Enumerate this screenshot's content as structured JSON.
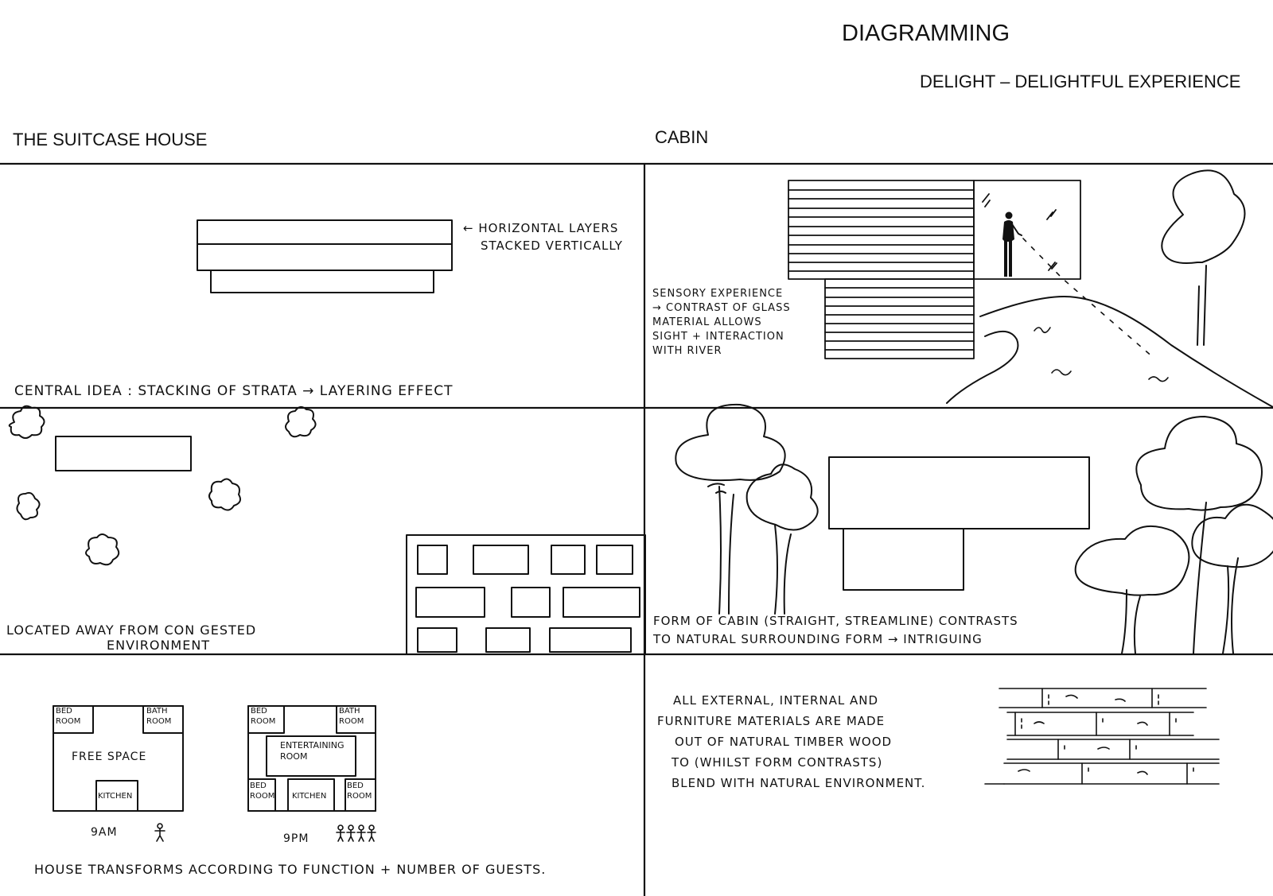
{
  "header": {
    "title": "DIAGRAMMING",
    "subtitle": "DELIGHT – DELIGHTFUL EXPERIENCE"
  },
  "columns": {
    "left": "THE SUITCASE HOUSE",
    "right": "CABIN"
  },
  "panels": {
    "stacking": {
      "annotation_line1": "← HORIZONTAL LAYERS",
      "annotation_line2": "STACKED VERTICALLY",
      "caption": "CENTRAL IDEA : STACKING OF STRATA → LAYERING EFFECT"
    },
    "location": {
      "caption_line1": "LOCATED AWAY FROM CON GESTED",
      "caption_line2": "ENVIRONMENT"
    },
    "plans": {
      "plan_a": {
        "bedroom": [
          "BED",
          "ROOM"
        ],
        "bathroom": [
          "BATH",
          "ROOM"
        ],
        "center": "FREE SPACE",
        "kitchen": "KITCHEN",
        "time": "9AM"
      },
      "plan_b": {
        "bedroom": [
          "BED",
          "ROOM"
        ],
        "bathroom": [
          "BATH",
          "ROOM"
        ],
        "entertaining": [
          "ENTERTAINING",
          "ROOM"
        ],
        "bed_left": [
          "BED",
          "ROOM"
        ],
        "kitchen": "KITCHEN",
        "bed_right": [
          "BED",
          "ROOM"
        ],
        "time": "9PM"
      },
      "caption": "HOUSE TRANSFORMS ACCORDING TO FUNCTION + NUMBER OF GUESTS."
    },
    "sensory": {
      "lines": [
        "SENSORY EXPERIENCE",
        "→ CONTRAST OF GLASS",
        "MATERIAL ALLOWS",
        "SIGHT + INTERACTION",
        "WITH RIVER"
      ]
    },
    "form": {
      "caption_line1": "FORM OF CABIN (STRAIGHT, STREAMLINE) CONTRASTS",
      "caption_line2": "TO NATURAL SURROUNDING FORM → INTRIGUING"
    },
    "materials": {
      "lines": [
        "ALL EXTERNAL, INTERNAL AND",
        "FURNITURE MATERIALS ARE MADE",
        "OUT OF NATURAL TIMBER WOOD",
        "TO (WHILST FORM CONTRASTS)",
        "BLEND WITH NATURAL ENVIRONMENT."
      ]
    }
  }
}
